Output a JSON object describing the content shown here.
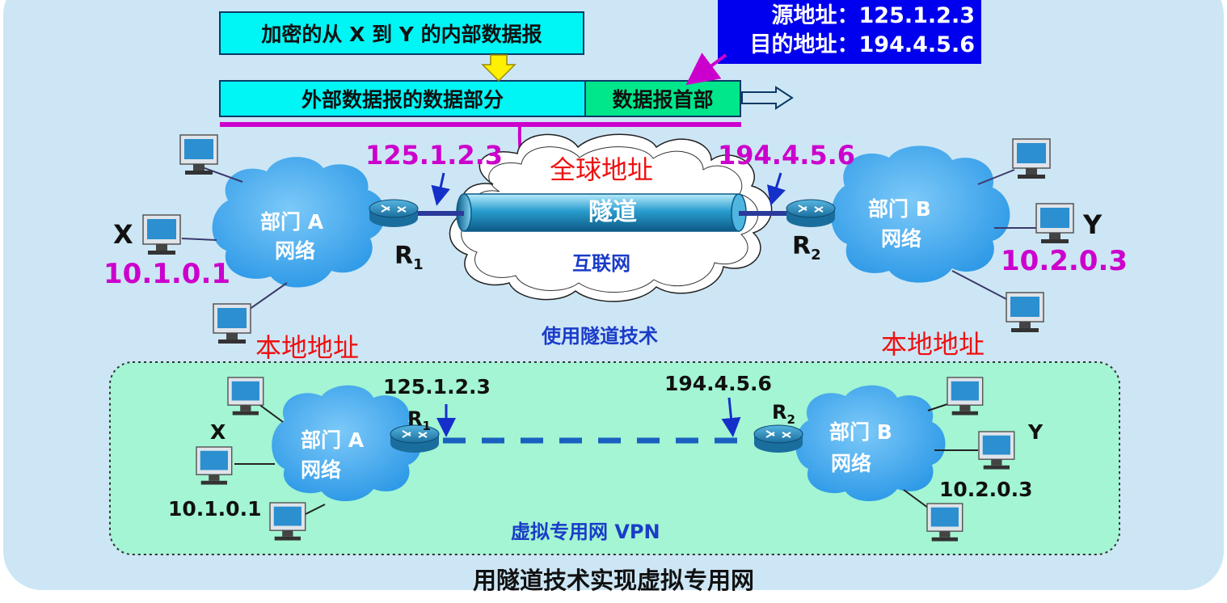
{
  "colors": {
    "background": "#cde6f5",
    "header_box": "#00f5f5",
    "header_green": "#00e68a",
    "addr_box": "#0000ee",
    "magenta": "#cc00cc",
    "red": "#ee1111",
    "blue_text": "#1a3cc8",
    "cloud": "#3aa6ee",
    "vpn_panel": "#a3f5d3",
    "tunnel": "#2b9fd0"
  },
  "top": {
    "encrypted_label": "加密的从 X 到 Y 的内部数据报",
    "data_part_label": "外部数据报的数据部分",
    "header_label": "数据报首部",
    "src_addr": "源地址：125.1.2.3",
    "dst_addr": "目的地址：194.4.5.6"
  },
  "upper": {
    "ip_r1": "125.1.2.3",
    "ip_r2": "194.4.5.6",
    "global_addr": "全球地址",
    "tunnel": "隧道",
    "internet": "互联网",
    "dept_a_line1": "部门 A",
    "dept_a_line2": "网络",
    "dept_b_line1": "部门 B",
    "dept_b_line2": "网络",
    "r1": "R",
    "r1_sub": "1",
    "r2": "R",
    "r2_sub": "2",
    "host_x": "X",
    "host_y": "Y",
    "ip_x": "10.1.0.1",
    "ip_y": "10.2.0.3",
    "local_left": "本地地址",
    "local_right": "本地地址",
    "caption": "使用隧道技术"
  },
  "lower": {
    "ip_r1": "125.1.2.3",
    "ip_r2": "194.4.5.6",
    "r1": "R",
    "r1_sub": "1",
    "r2": "R",
    "r2_sub": "2",
    "dept_a_line1": "部门 A",
    "dept_a_line2": "网络",
    "dept_b_line1": "部门 B",
    "dept_b_line2": "网络",
    "host_x": "X",
    "host_y": "Y",
    "ip_x": "10.1.0.1",
    "ip_y": "10.2.0.3",
    "caption": "虚拟专用网 VPN"
  },
  "footer": {
    "title": "用隧道技术实现虚拟专用网"
  }
}
